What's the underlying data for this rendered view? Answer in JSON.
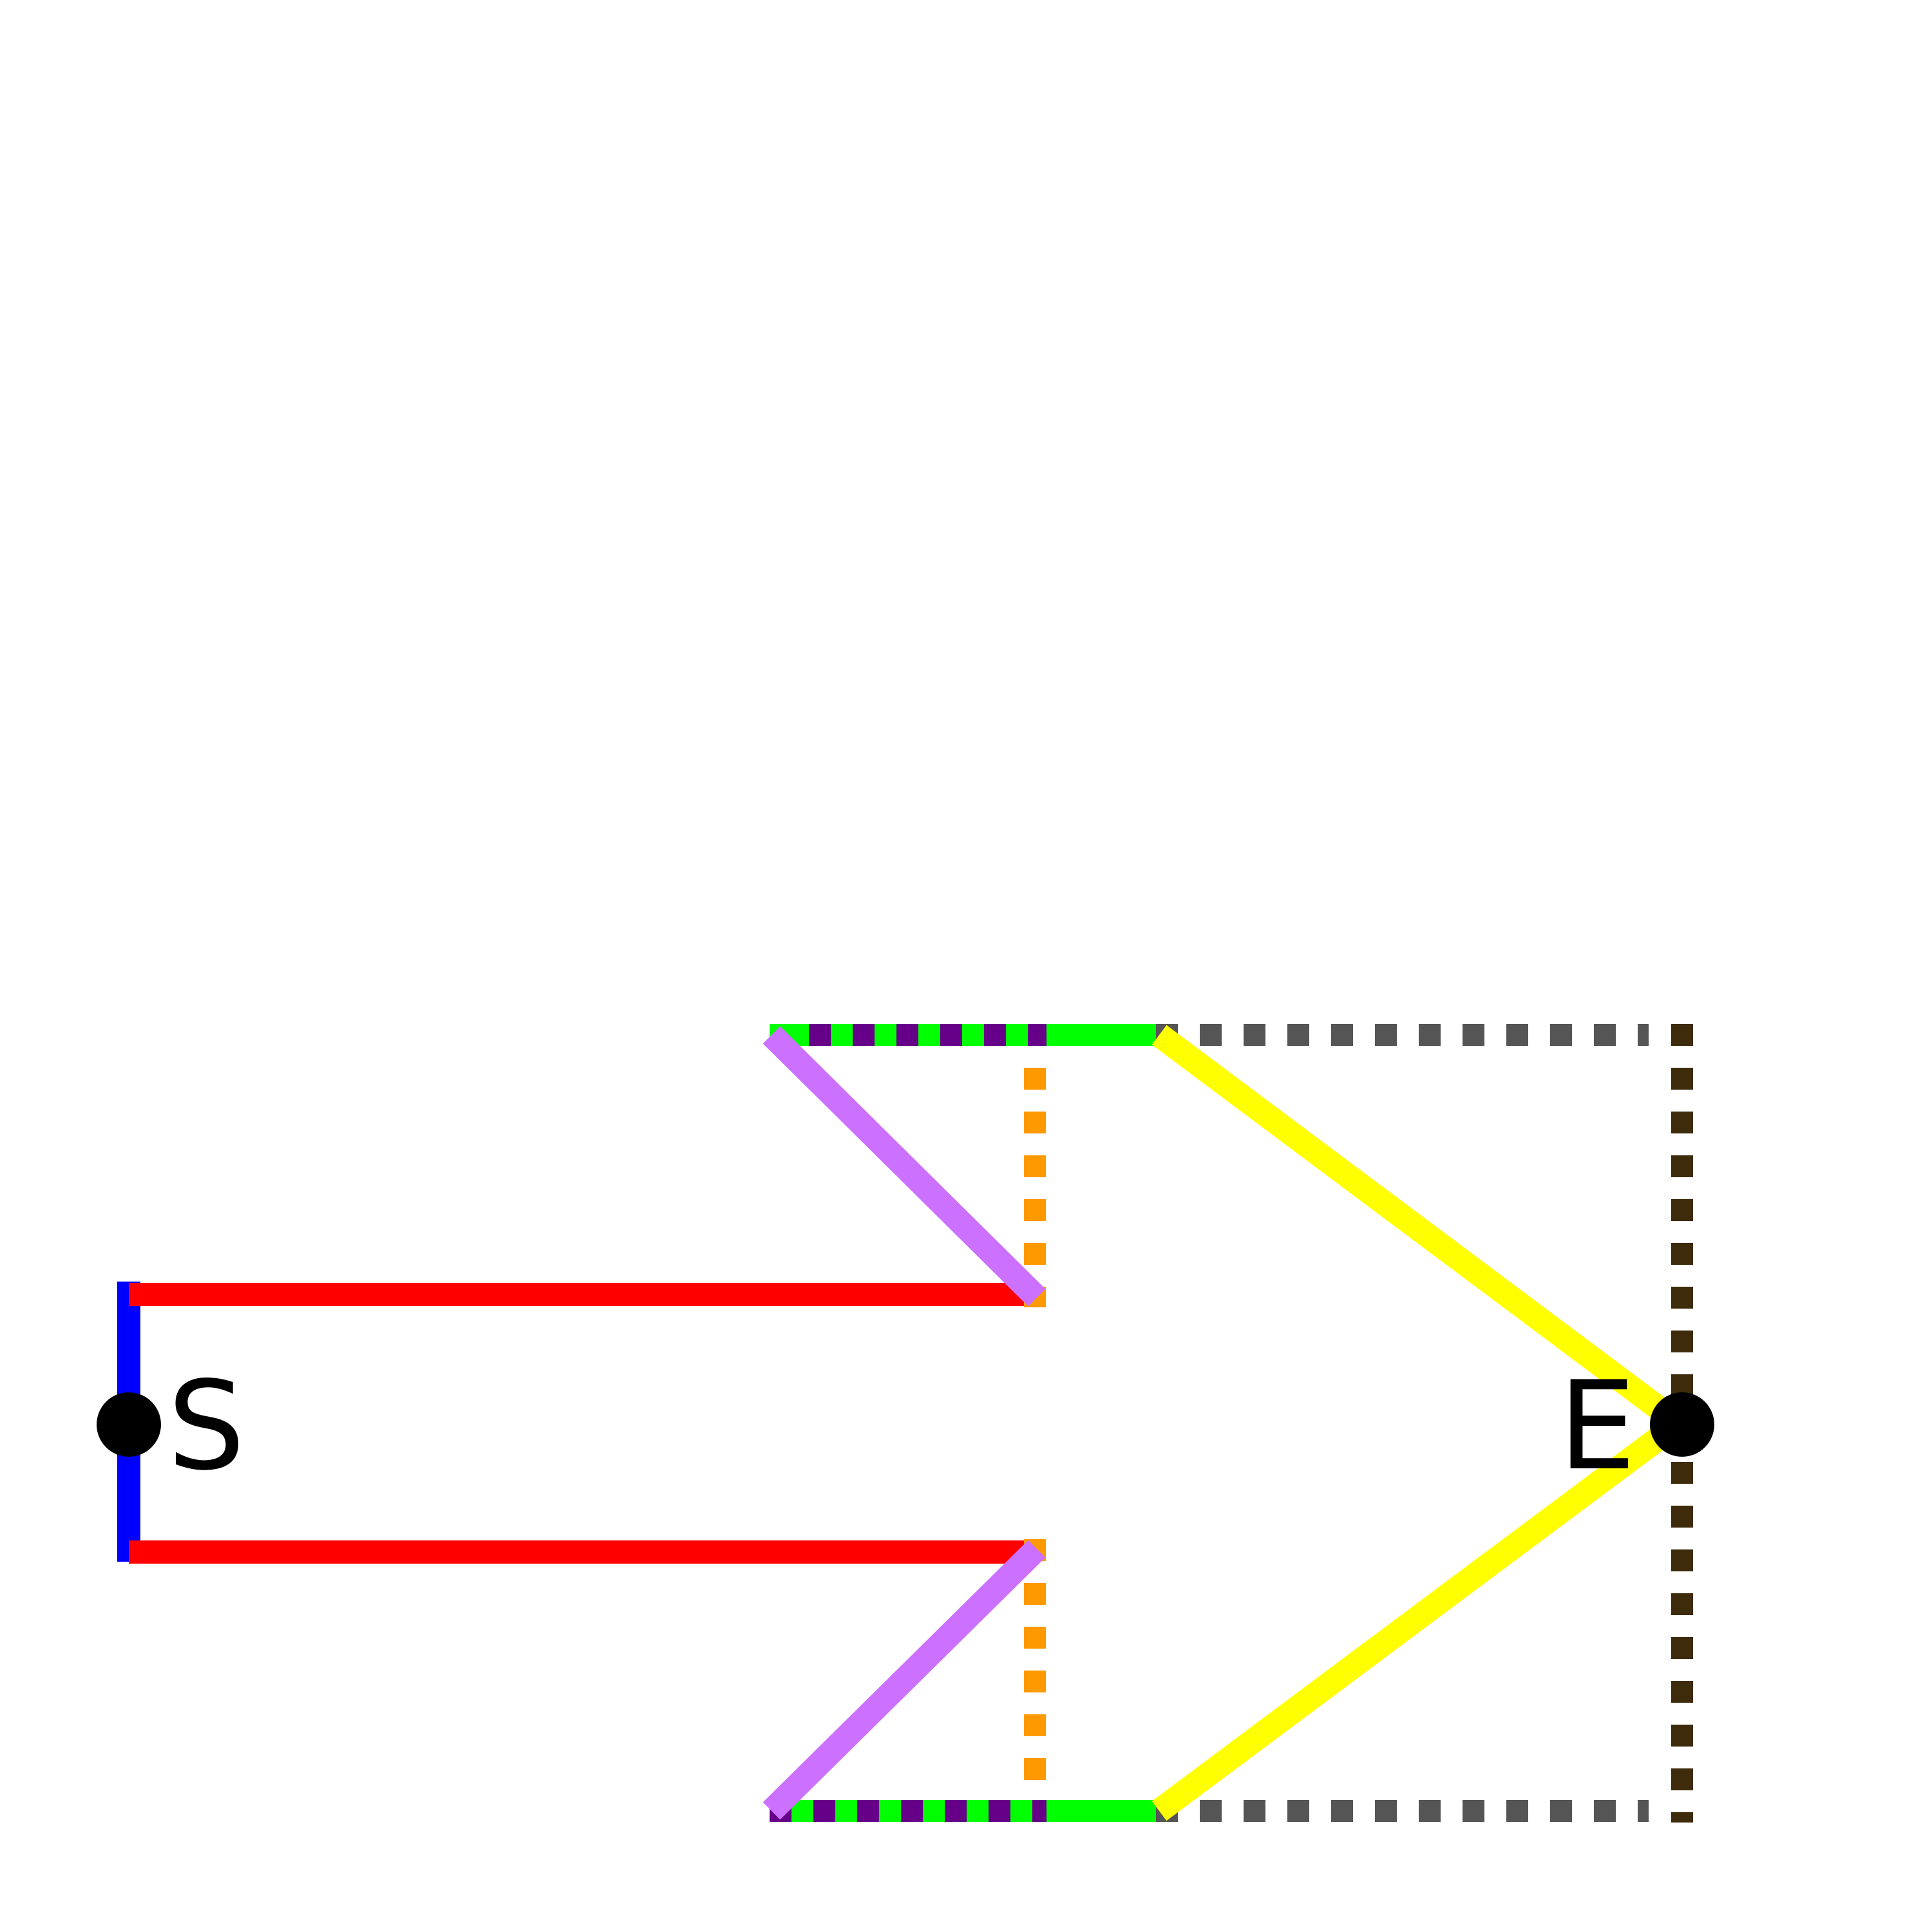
{
  "diagram": {
    "background": "#ffffff",
    "nodes": [
      {
        "id": "start",
        "label": "S",
        "color": "#000000"
      },
      {
        "id": "end",
        "label": "E",
        "color": "#000000"
      }
    ],
    "edge_colors": {
      "blue": "#0000ff",
      "red": "#ff0000",
      "lavender": "#cc70ff",
      "orange": "#ff9900",
      "green": "#00ff00",
      "purple": "#660088",
      "gray": "#555555",
      "yellow": "#ffff00",
      "brown": "#3d2b0b"
    }
  }
}
